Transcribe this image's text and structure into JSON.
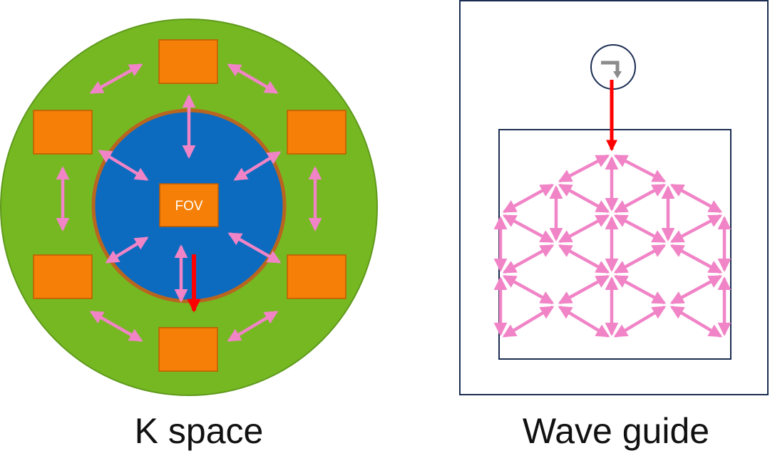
{
  "kspace": {
    "caption": "K space",
    "fov_label": "FOV",
    "colors": {
      "outer_disk": "#76b822",
      "outer_disk_stroke": "#5f9a1c",
      "inner_disk": "#0d6bbf",
      "inner_ring": "#b9651f",
      "box_fill": "#f57f07",
      "box_stroke": "#c05a00",
      "arrow": "#f084c6",
      "red_arrow": "#ff0000"
    }
  },
  "waveguide": {
    "caption": "Wave guide",
    "colors": {
      "frame": "#1b2d52",
      "arrow": "#f084c6",
      "red_arrow": "#ff0000",
      "coupler_icon": "#8c8c8c"
    }
  }
}
